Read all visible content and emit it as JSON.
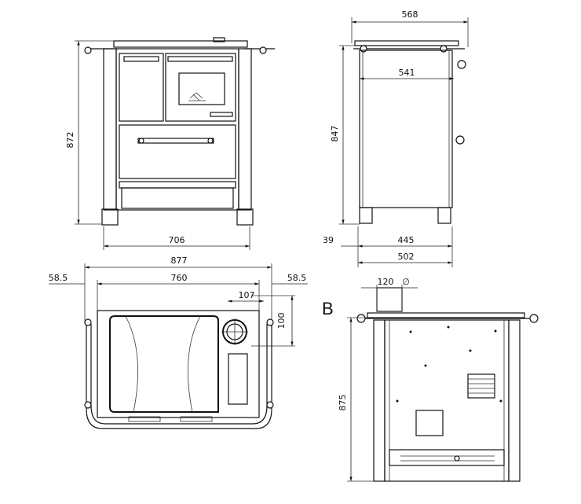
{
  "front_view": {
    "height_label": "872",
    "width_label": "706"
  },
  "side_view": {
    "top_width_label": "568",
    "inner_width_label": "541",
    "height_label": "847",
    "foot_label": "39",
    "depth_label": "445",
    "base_label": "502"
  },
  "top_view": {
    "overall_label": "877",
    "inner_label": "760",
    "left_margin_label": "58.5",
    "right_margin_label": "58.5",
    "flue_offset_label": "107",
    "flue_depth_label": "100"
  },
  "rear_view": {
    "view_letter": "B",
    "flue_width_label": "120",
    "diameter_symbol": "∅",
    "height_label": "875"
  }
}
